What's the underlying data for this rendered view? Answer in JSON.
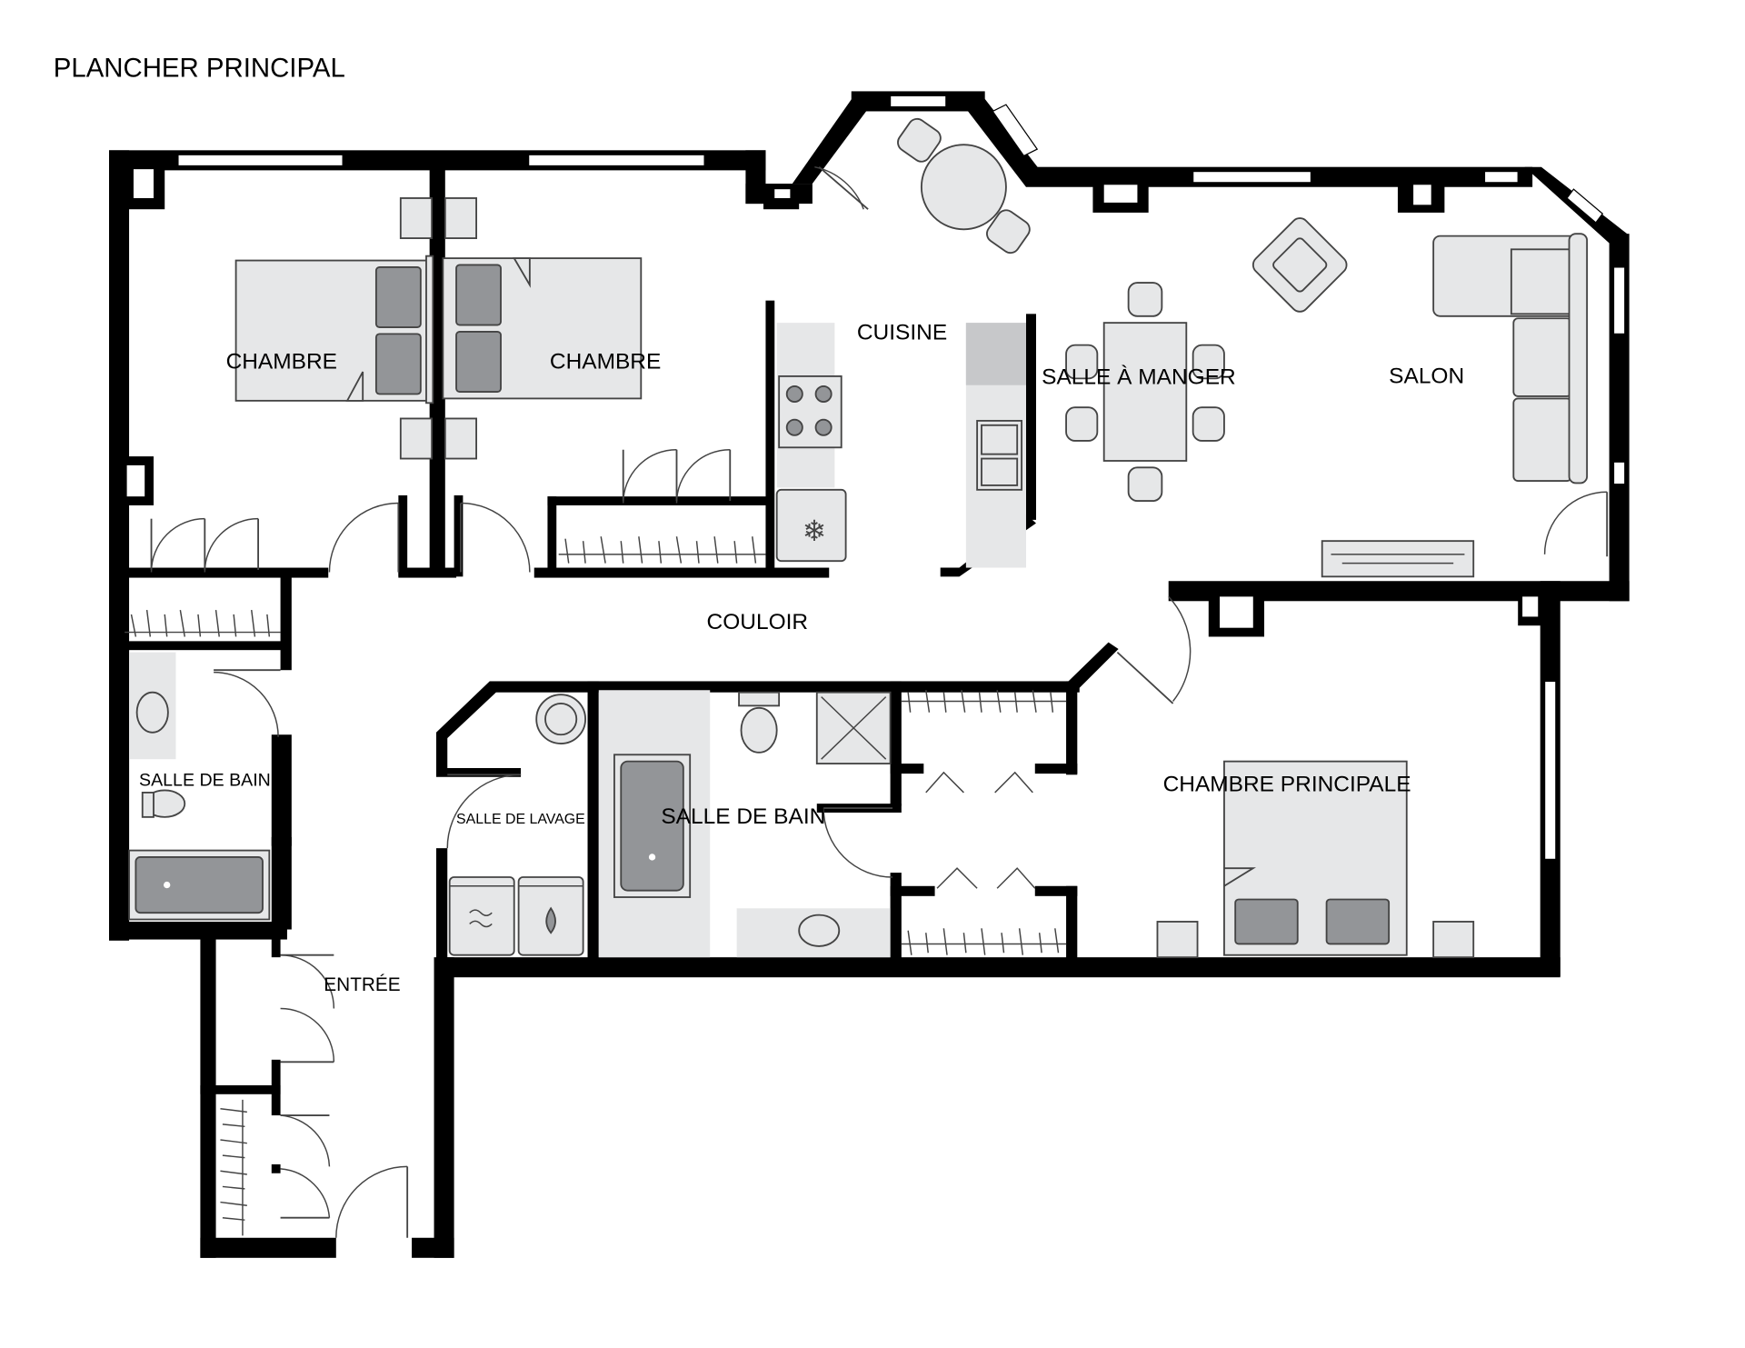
{
  "title": "PLANCHER PRINCIPAL",
  "rooms": {
    "chambre_1": "CHAMBRE",
    "chambre_2": "CHAMBRE",
    "cuisine": "CUISINE",
    "salle_a_manger": "SALLE À MANGER",
    "salon": "SALON",
    "couloir": "COULOIR",
    "salle_de_bain_1": "SALLE DE BAIN",
    "salle_de_lavage": "SALLE DE LAVAGE",
    "salle_de_bain_2": "SALLE DE BAIN",
    "chambre_principale": "CHAMBRE PRINCIPALE",
    "entree": "ENTRÉE"
  },
  "colors": {
    "wall": "#000000",
    "fixture": "#e6e7e8",
    "fixture_dark": "#939598"
  }
}
